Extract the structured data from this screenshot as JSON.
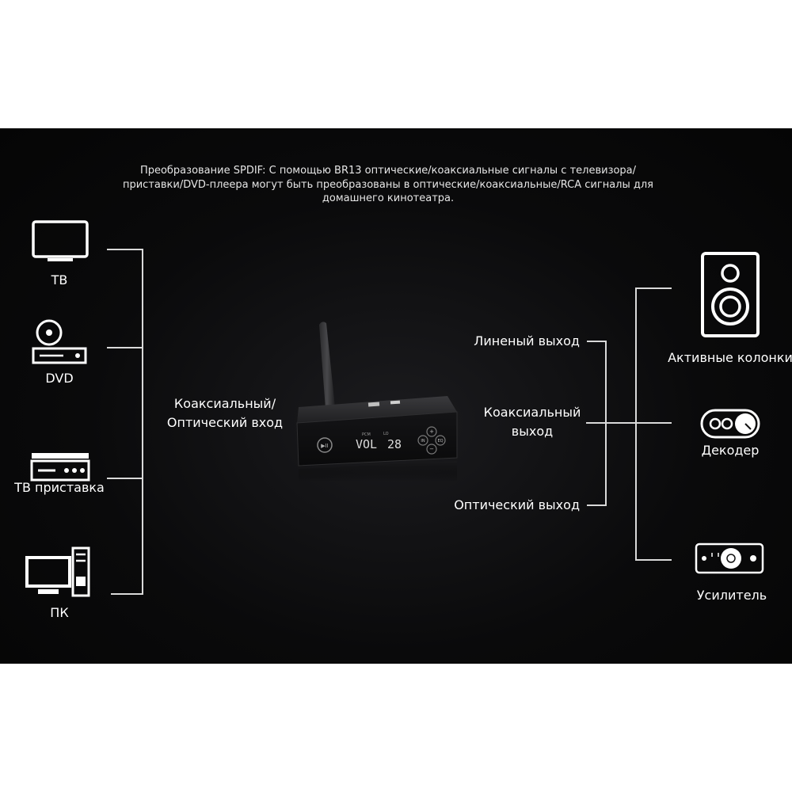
{
  "caption": "Преобразование SPDIF: С помощью BR13 оптические/коаксиальные сигналы с телевизора/приставки/DVD-плеера могут быть преобразованы в оптические/коаксиальные/RCA сигналы для домашнего кинотеатра.",
  "sources": [
    {
      "icon": "tv-icon",
      "label": "ТВ"
    },
    {
      "icon": "dvd-player-icon",
      "label": "DVD"
    },
    {
      "icon": "set-top-box-icon",
      "label": "ТВ приставка"
    },
    {
      "icon": "pc-icon",
      "label": "ПК"
    }
  ],
  "input_label": "Коаксиальный/ Оптический вход",
  "device": {
    "display_main": "VOL",
    "display_value": "28",
    "display_small_left": "PCM",
    "display_small_right": "LO",
    "btn_in": "IN",
    "btn_eq": "EQ"
  },
  "outputs": [
    {
      "label": "Линеный выход"
    },
    {
      "label": "Коаксиальный выход"
    },
    {
      "label": "Оптический выход"
    }
  ],
  "destinations": [
    {
      "icon": "speaker-icon",
      "label": "Активные колонки"
    },
    {
      "icon": "decoder-icon",
      "label": "Декодер"
    },
    {
      "icon": "amplifier-icon",
      "label": "Усилитель"
    }
  ],
  "colors": {
    "background": "#000000",
    "text": "#ffffff",
    "line": "#d9d9d9"
  }
}
